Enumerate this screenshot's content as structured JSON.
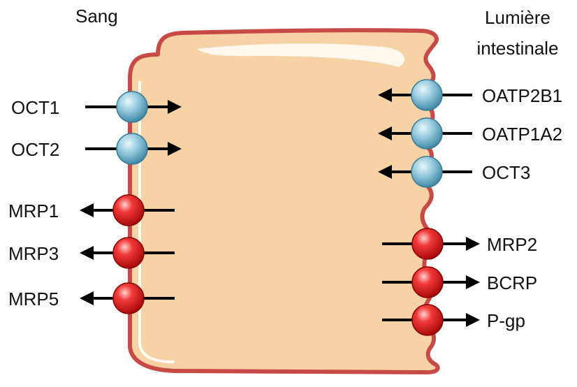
{
  "headers": {
    "left": "Sang",
    "right_line1": "Lumière",
    "right_line2": "intestinale"
  },
  "transporters": {
    "basolateral": [
      {
        "name": "OCT1",
        "type": "uptake",
        "color": "blue"
      },
      {
        "name": "OCT2",
        "type": "uptake",
        "color": "blue"
      },
      {
        "name": "MRP1",
        "type": "efflux",
        "color": "red"
      },
      {
        "name": "MRP3",
        "type": "efflux",
        "color": "red"
      },
      {
        "name": "MRP5",
        "type": "efflux",
        "color": "red"
      }
    ],
    "apical": [
      {
        "name": "OATP2B1",
        "type": "uptake",
        "color": "blue"
      },
      {
        "name": "OATP1A2",
        "type": "uptake",
        "color": "blue"
      },
      {
        "name": "OCT3",
        "type": "uptake",
        "color": "blue"
      },
      {
        "name": "MRP2",
        "type": "efflux",
        "color": "red"
      },
      {
        "name": "BCRP",
        "type": "efflux",
        "color": "red"
      },
      {
        "name": "P-gp",
        "type": "efflux",
        "color": "red"
      }
    ]
  },
  "colors": {
    "cell_fill": "#f7d2a4",
    "cell_stroke": "#c84a47",
    "uptake_transporter": "#7ab8d2",
    "efflux_transporter": "#e61e1e",
    "arrow": "#000000"
  }
}
